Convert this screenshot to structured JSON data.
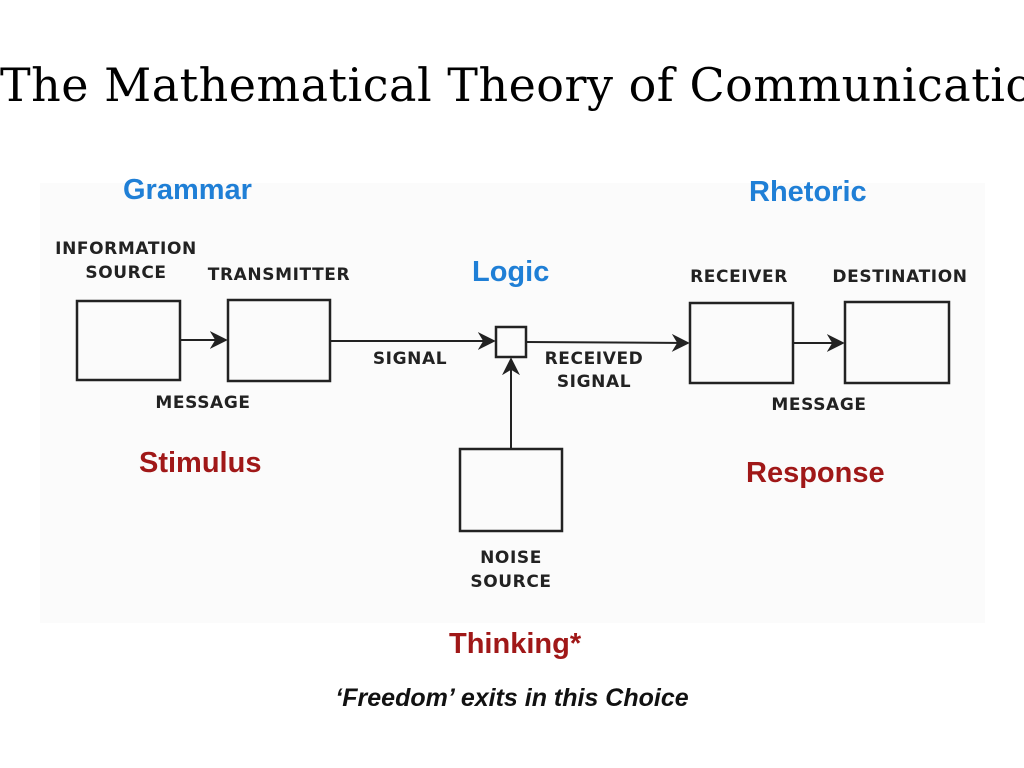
{
  "title": "The Mathematical Theory of Communication",
  "overlay_labels": {
    "grammar": "Grammar",
    "rhetoric": "Rhetoric",
    "logic": "Logic",
    "stimulus": "Stimulus",
    "response": "Response",
    "thinking": "Thinking*"
  },
  "diagram": {
    "info_source_line1": "INFORMATION",
    "info_source_line2": "SOURCE",
    "transmitter": "TRANSMITTER",
    "receiver": "RECEIVER",
    "destination": "DESTINATION",
    "message_left": "MESSAGE",
    "message_right": "MESSAGE",
    "signal": "SIGNAL",
    "received_signal_line1": "RECEIVED",
    "received_signal_line2": "SIGNAL",
    "noise_source_line1": "NOISE",
    "noise_source_line2": "SOURCE"
  },
  "footnote": "‘Freedom’ exits in this Choice",
  "colors": {
    "blue_label": "#1f7fd6",
    "red_label": "#a01818"
  }
}
